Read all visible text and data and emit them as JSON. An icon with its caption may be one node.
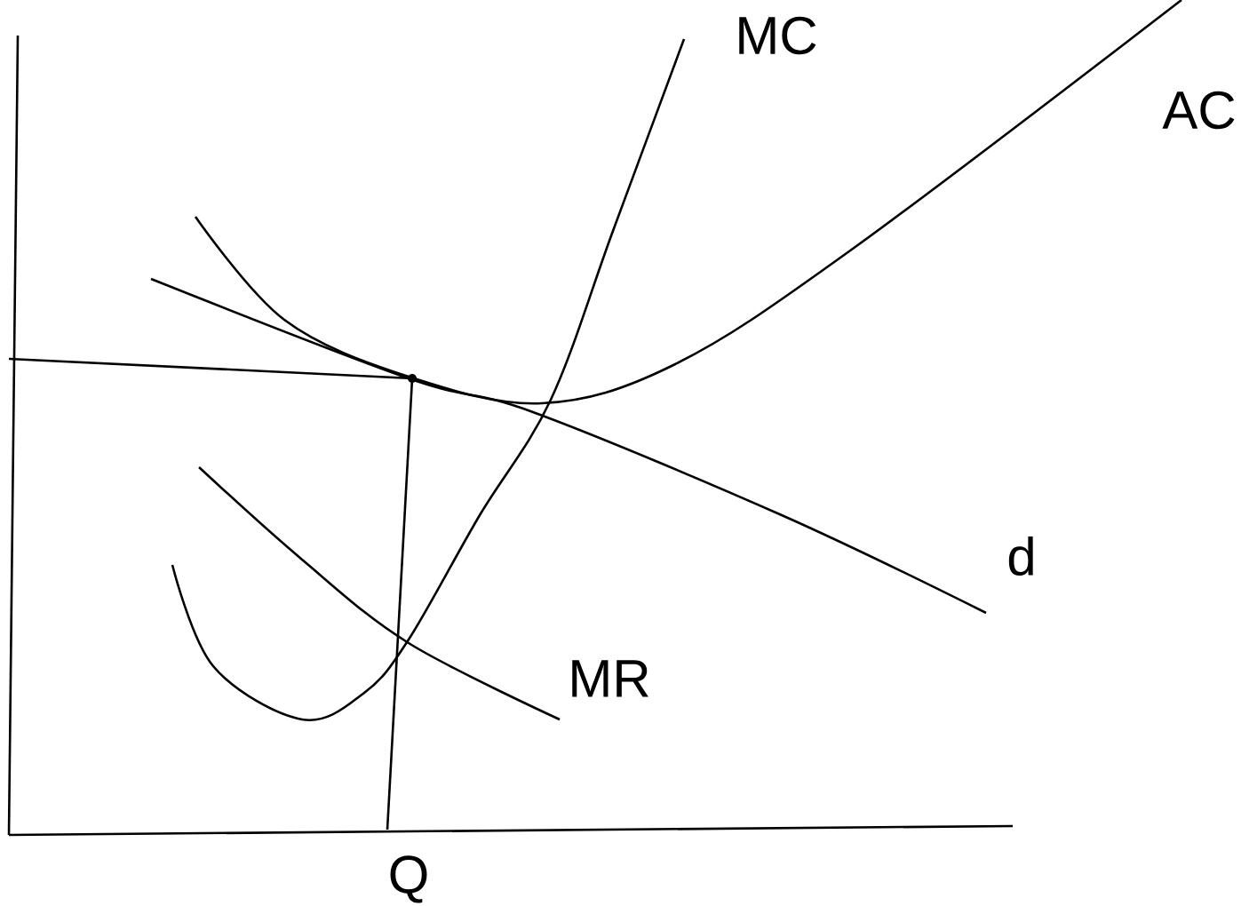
{
  "diagram": {
    "labels": [
      "MC",
      "AC",
      "d",
      "MR",
      "Q"
    ]
  }
}
